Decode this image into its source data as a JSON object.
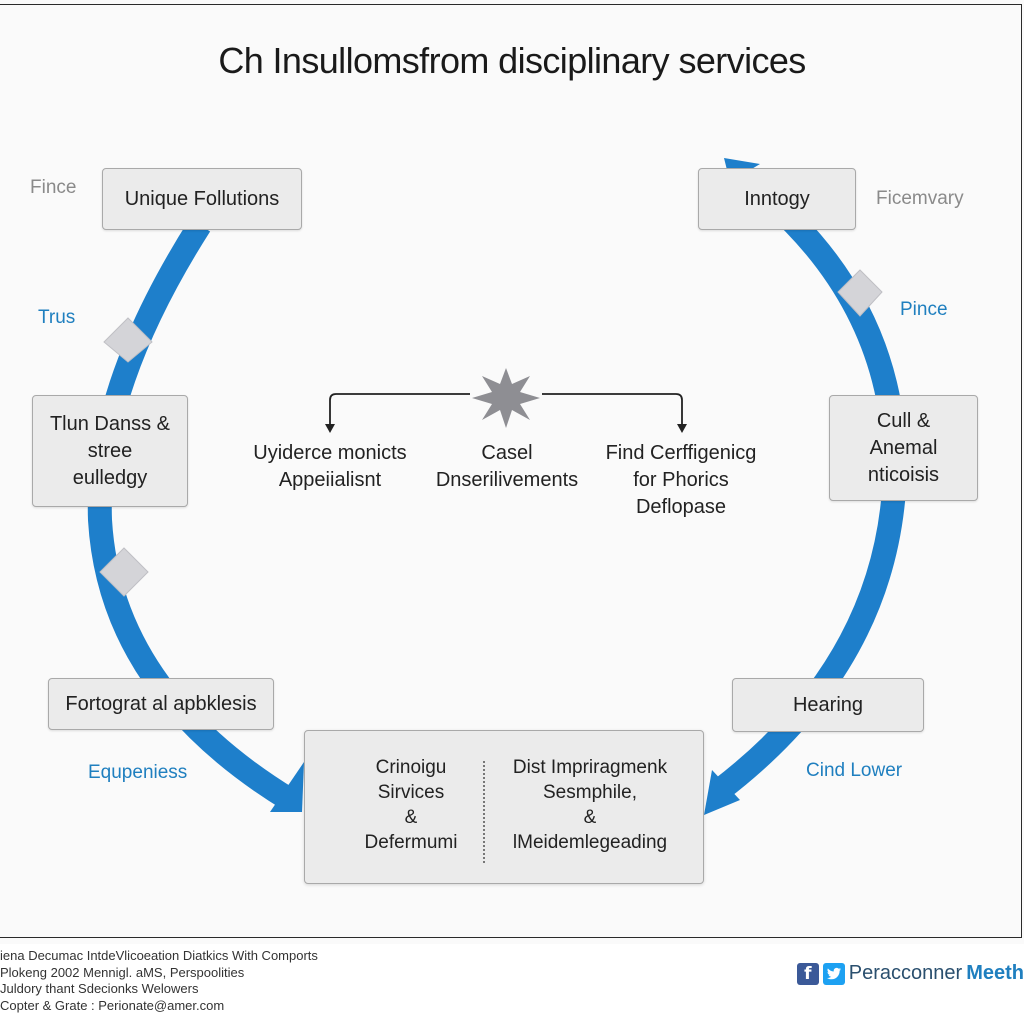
{
  "title": "Ch Insullomsfrom disciplinary services",
  "boxes": {
    "top_left": "Unique Follutions",
    "top_right": "Inntogy",
    "mid_left": "Tlun Danss &\nstree\neulledgy",
    "mid_right": "Cull &\nAnemal\nnticoisis",
    "low_left": "Fortograt al apbklesis",
    "low_right": "Hearing"
  },
  "labels": {
    "fince": "Fince",
    "ficemvary": "Ficemvary",
    "trus": "Trus",
    "pince": "Pince",
    "equpeniess": "Equpeniess",
    "cind_lower": "Cind Lower"
  },
  "center": {
    "left": "Uyiderce monicts\nAppeiialisnt",
    "middle": "Casel\nDnserilivements",
    "right": "Find Cerffigenicg\nfor Phorics\nDeflopase"
  },
  "bottom": {
    "left": "Crinoigu\nSirvices\n&\nDefermumi",
    "right": "Dist Impriragmenk\nSesmphile,\n&\nlMeidemlegeading"
  },
  "footer": {
    "lines": [
      "iena Decumac IntdeVlicoeation Diatkics  With Comports",
      "Plokeng 2002 Mennigl. aMS, Perspoolities",
      "Juldory thant Sdecionks Welowers",
      "Copter & Grate : Perionate@amer.com"
    ],
    "brand_left": "Peracconner",
    "brand_right": "Meeth"
  },
  "colors": {
    "ring": "#1e7fcb",
    "accent_text": "#1f7fbf",
    "facebook": "#3b5998",
    "twitter": "#1da1f2"
  },
  "icons": [
    "diamond-marker-icon",
    "starburst-icon",
    "facebook-icon",
    "twitter-icon"
  ]
}
